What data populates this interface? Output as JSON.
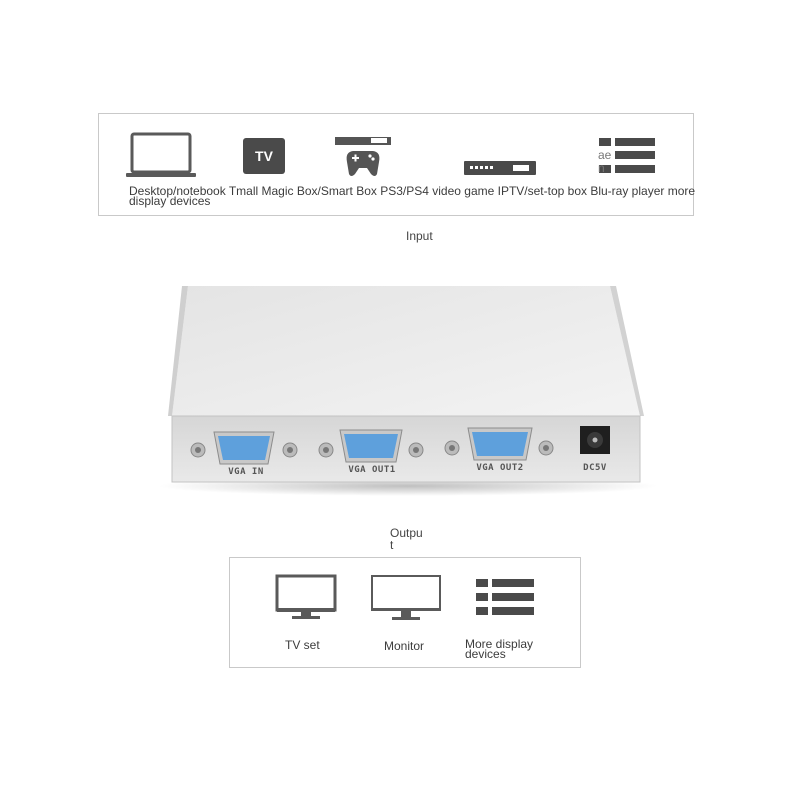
{
  "input": {
    "caption": "Input",
    "device_labels": "Desktop/notebook Tmall Magic Box/Smart Box PS3/PS4 video game IPTV/set-top box Blu-ray player more",
    "device_labels_line2": "display devices",
    "tv_icon_text": "TV",
    "bluray_fragment": "ae\nn",
    "icons": [
      "laptop-icon",
      "tv-box-icon",
      "game-console-icon",
      "set-top-box-icon",
      "blu-ray-icon"
    ]
  },
  "splitter": {
    "ports": [
      {
        "label": "VGA IN"
      },
      {
        "label": "VGA OUT1"
      },
      {
        "label": "VGA OUT2"
      },
      {
        "label": "DC5V"
      }
    ]
  },
  "output": {
    "caption": "Outpu\nt",
    "items": [
      {
        "label": "TV set",
        "icon": "tv-icon"
      },
      {
        "label": "Monitor",
        "icon": "monitor-icon"
      },
      {
        "label": "More display\ndevices",
        "icon": "more-devices-icon"
      }
    ]
  },
  "colors": {
    "icon_gray": "#5a5a5a",
    "port_blue": "#5ea0dc",
    "device_silver": "#dcdcdc",
    "border": "#c9c9c9"
  }
}
